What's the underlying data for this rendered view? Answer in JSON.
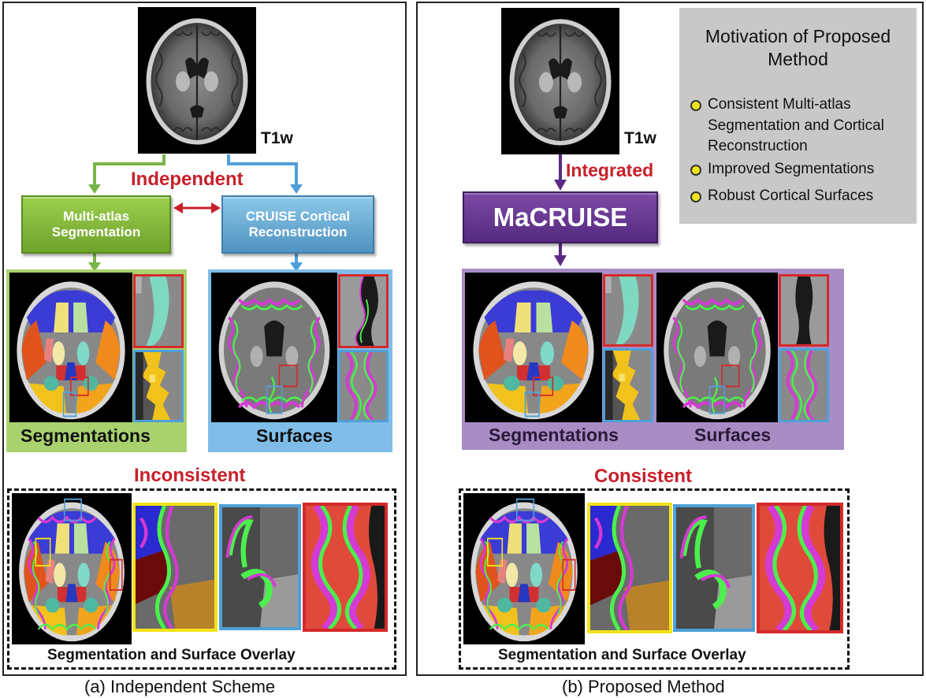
{
  "panel_a": {
    "t1w_label": "T1w",
    "relation_label": "Independent",
    "seg_button": "Multi-atlas Segmentation",
    "cruise_button": "CRUISE Cortical Reconstruction",
    "segmentations_label": "Segmentations",
    "surfaces_label": "Surfaces",
    "consistency_label": "Inconsistent",
    "overlay_label": "Segmentation and Surface Overlay",
    "caption": "(a) Independent Scheme"
  },
  "panel_b": {
    "t1w_label": "T1w",
    "relation_label": "Integrated",
    "method_button": "MaCRUISE",
    "segmentations_label": "Segmentations",
    "surfaces_label": "Surfaces",
    "consistency_label": "Consistent",
    "overlay_label": "Segmentation and Surface Overlay",
    "caption": "(b) Proposed Method",
    "motivation": {
      "title": "Motivation of Proposed Method",
      "bullets": [
        "Consistent Multi-atlas Segmentation and Cortical Reconstruction",
        "Improved Segmentations",
        "Robust Cortical Surfaces"
      ]
    }
  },
  "colors": {
    "green_arrow": "#7ab648",
    "blue_arrow": "#4f9fd8",
    "purple_arrow": "#5b2a86",
    "red_text": "#c8202a",
    "seg_frame": "#a9d26f",
    "surf_frame": "#7fbde8",
    "macruise_frame": "#a98cc4",
    "zoom_red": "#d42a2a",
    "zoom_blue": "#4f9fd8",
    "zoom_yellow": "#f2e41a"
  }
}
